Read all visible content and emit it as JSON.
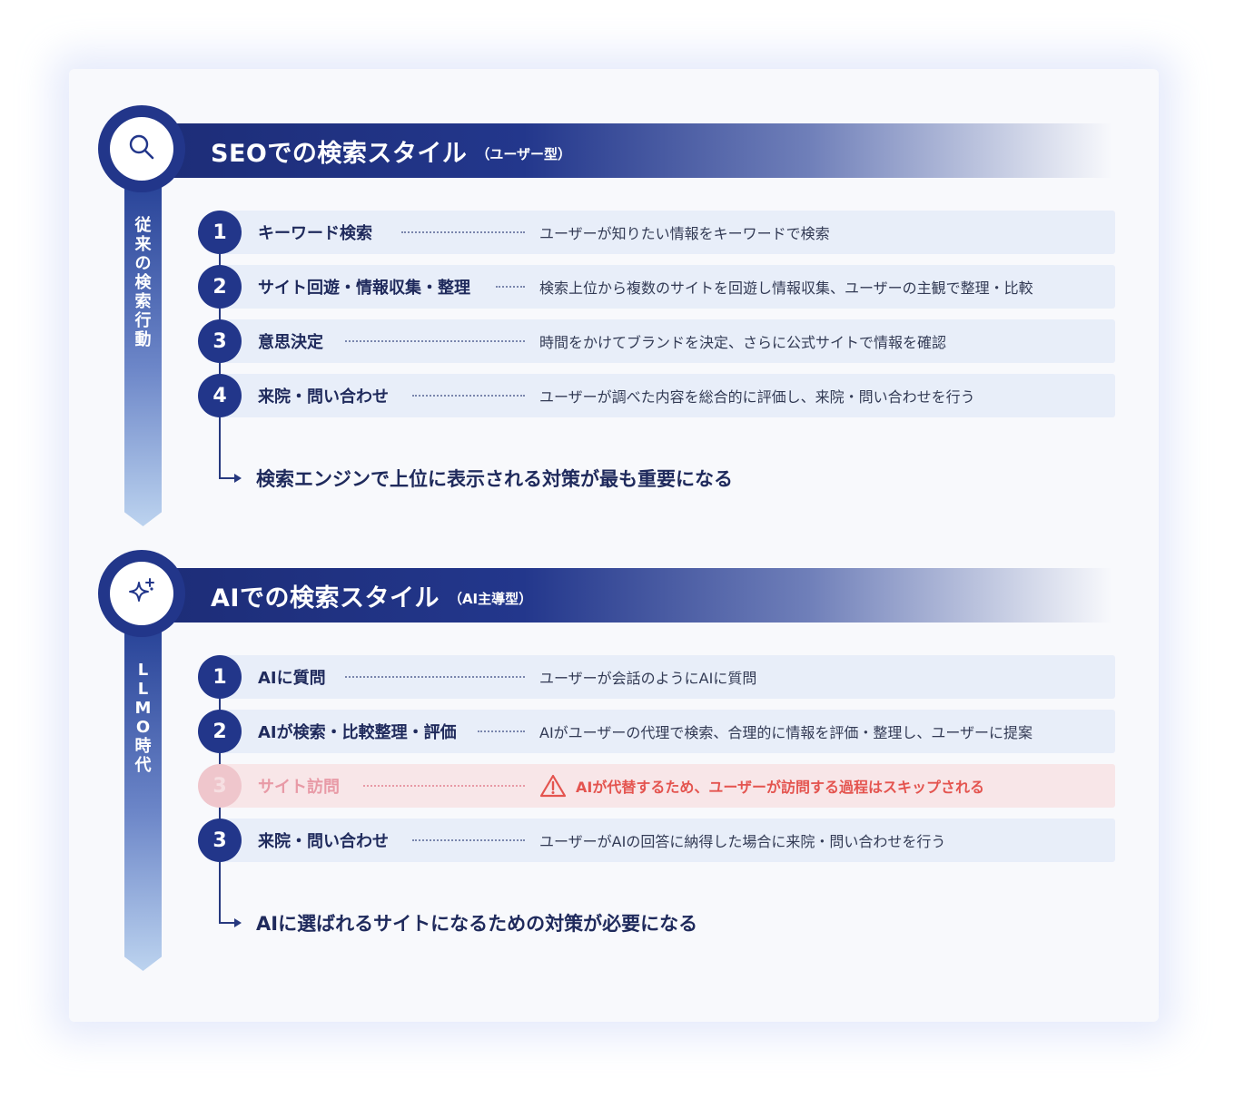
{
  "sections": [
    {
      "title": "SEOでの検索スタイル",
      "subtitle": "（ユーザー型）",
      "side_label": "従来の検索行動",
      "icon": "search-icon",
      "steps": [
        {
          "num": "1",
          "label": "キーワード検索",
          "desc": "ユーザーが知りたい情報をキーワードで検索"
        },
        {
          "num": "2",
          "label": "サイト回遊・情報収集・整理",
          "desc": "検索上位から複数のサイトを回遊し情報収集、ユーザーの主観で整理・比較"
        },
        {
          "num": "3",
          "label": "意思決定",
          "desc": "時間をかけてブランドを決定、さらに公式サイトで情報を確認"
        },
        {
          "num": "4",
          "label": "来院・問い合わせ",
          "desc": "ユーザーが調べた内容を総合的に評価し、来院・問い合わせを行う"
        }
      ],
      "conclusion": "検索エンジンで上位に表示される対策が最も重要になる"
    },
    {
      "title": "AIでの検索スタイル",
      "subtitle": "（AI主導型）",
      "side_label": "LLMO時代",
      "icon": "sparkle-icon",
      "steps": [
        {
          "num": "1",
          "label": "AIに質問",
          "desc": "ユーザーが会話のようにAIに質問"
        },
        {
          "num": "2",
          "label": "AIが検索・比較整理・評価",
          "desc": "AIがユーザーの代理で検索、合理的に情報を評価・整理し、ユーザーに提案"
        },
        {
          "num": "3",
          "label": "サイト訪問",
          "desc": "AIが代替するため、ユーザーが訪問する過程はスキップされる",
          "skipped": true
        },
        {
          "num": "3",
          "label": "来院・問い合わせ",
          "desc": "ユーザーがAIの回答に納得した場合に来院・問い合わせを行う"
        }
      ],
      "conclusion": "AIに選ばれるサイトになるための対策が必要になる"
    }
  ],
  "colors": {
    "navy": "#22368a",
    "row_bg": "#e8eef9",
    "skip_bg": "#f8e6e8",
    "warning_red": "#e4544f"
  }
}
